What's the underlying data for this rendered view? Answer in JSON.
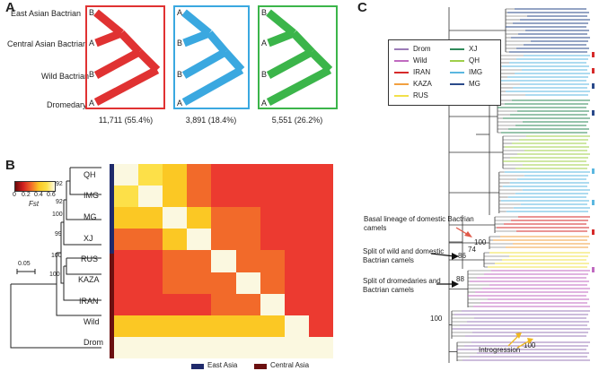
{
  "figure": {
    "panels": {
      "a": {
        "letter": "A",
        "row_labels": [
          "East Asian Bactrian",
          "Central Asian Bactrian",
          "Wild Bactrian",
          "Dromedary"
        ],
        "trees": [
          {
            "leaf_labels": [
              "B",
              "A",
              "B",
              "A"
            ],
            "count": "11,711 (55.4%)",
            "color": "#e03232"
          },
          {
            "leaf_labels": [
              "A",
              "B",
              "B",
              "A"
            ],
            "count": "3,891 (18.4%)",
            "color": "#3aa8e0"
          },
          {
            "leaf_labels": [
              "B",
              "A",
              "B",
              "A"
            ],
            "count": "5,551 (26.2%)",
            "color": "#3bb54a"
          }
        ]
      },
      "b": {
        "letter": "B",
        "legend_ticks": [
          "0",
          "0.2",
          "0.4",
          "0.6"
        ],
        "legend_label": "Fst",
        "scale_label": "0.05",
        "node_labels": [
          "92",
          "92",
          "100",
          "99",
          "100",
          "100"
        ],
        "populations": [
          "QH",
          "IMG",
          "MG",
          "XJ",
          "RUS",
          "KAZA",
          "IRAN",
          "Wild",
          "Drom"
        ],
        "region_legend": [
          {
            "label": "East Asia",
            "color": "#1f2a6b"
          },
          {
            "label": "Central Asia",
            "color": "#6b1010"
          }
        ],
        "fst_levels": [
          [
            0,
            1,
            2,
            3,
            4,
            4,
            4,
            4,
            4
          ],
          [
            1,
            0,
            2,
            3,
            4,
            4,
            4,
            4,
            4
          ],
          [
            2,
            2,
            0,
            2,
            3,
            3,
            4,
            4,
            4
          ],
          [
            3,
            3,
            2,
            0,
            3,
            3,
            4,
            4,
            4
          ],
          [
            4,
            4,
            3,
            3,
            0,
            3,
            3,
            4,
            4
          ],
          [
            4,
            4,
            3,
            3,
            3,
            0,
            3,
            4,
            4
          ],
          [
            4,
            4,
            4,
            4,
            3,
            3,
            0,
            4,
            4
          ],
          [
            2,
            2,
            2,
            2,
            2,
            2,
            2,
            0,
            4
          ],
          [
            0,
            0,
            0,
            0,
            0,
            0,
            0,
            0,
            0
          ]
        ],
        "fst_colors": [
          "#fbf8e0",
          "#fde048",
          "#fbc824",
          "#f26a2a",
          "#ec3a30"
        ]
      },
      "c": {
        "letter": "C",
        "legend": [
          {
            "label": "Drom",
            "color": "#9b7bb8"
          },
          {
            "label": "XJ",
            "color": "#2f8a5a"
          },
          {
            "label": "Wild",
            "color": "#c06ac0"
          },
          {
            "label": "QH",
            "color": "#9fcf4a"
          },
          {
            "label": "IRAN",
            "color": "#d62a2a"
          },
          {
            "label": "IMG",
            "color": "#5bb7e0"
          },
          {
            "label": "KAZA",
            "color": "#f2a040"
          },
          {
            "label": "MG",
            "color": "#2a4a8a"
          },
          {
            "label": "RUS",
            "color": "#f2e04a"
          }
        ],
        "annotations": {
          "basal": "Basal lineage of domestic Bactrian camels",
          "split_wild": "Split of wild and domestic Bactrian camels",
          "split_drom": "Split of dromedaries and Bactrian camels",
          "introgression": "Introgression"
        },
        "bootstrap": [
          "100",
          "74",
          "86",
          "88",
          "100",
          "100"
        ]
      }
    }
  }
}
